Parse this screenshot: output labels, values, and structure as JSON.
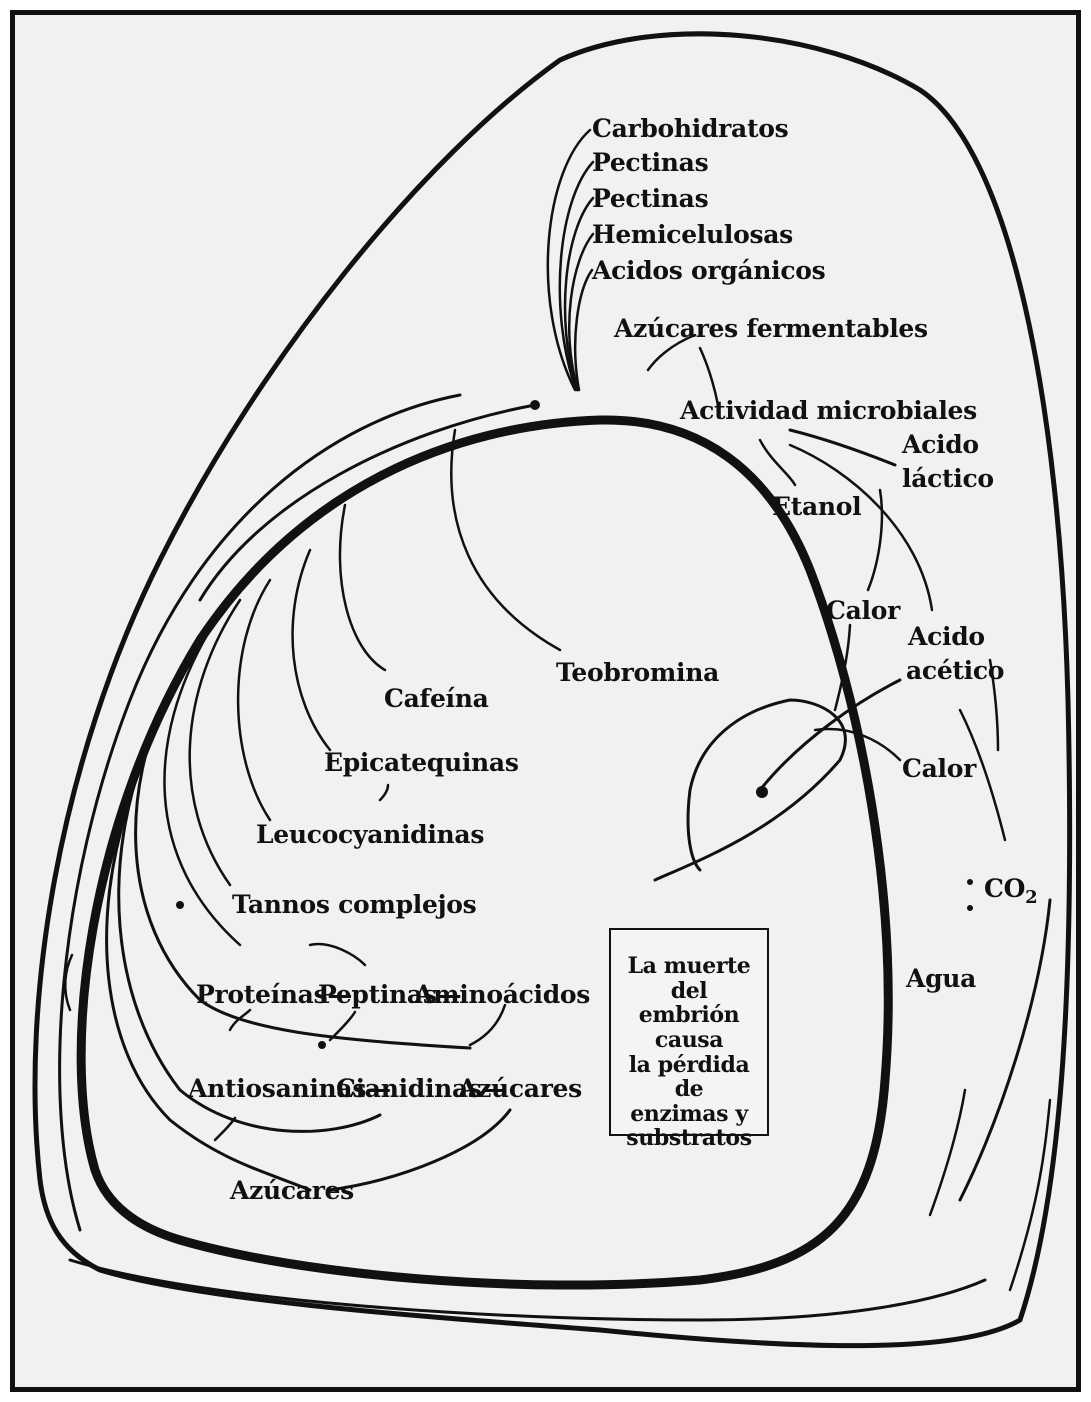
{
  "labels": {
    "carbohidratos": "Carbohidratos",
    "pectinas1": "Pectinas",
    "pectinas2": "Pectinas",
    "hemicelulosas": "Hemicelulosas",
    "acidos_organicos": "Acidos orgánicos",
    "azucares_fermentables": "Azúcares fermentables",
    "actividad_microbiales": "Actividad microbiales",
    "acido_lactico_1": "Acido",
    "acido_lactico_2": "láctico",
    "etanol": "Etanol",
    "calor_top": "Calor",
    "acido_acetico_1": "Acido",
    "acido_acetico_2": "acético",
    "calor_right": "Calor",
    "co2": "CO",
    "co2_sub": "2",
    "agua": "Agua",
    "teobromina": "Teobromina",
    "cafeina": "Cafeína",
    "epicatequinas": "Epicatequinas",
    "leucocyanidinas": "Leucocyanidinas",
    "tannos_complejos": "Tannos complejos",
    "proteinas": "Proteínas",
    "peptinas": "Peptinas",
    "aminoacidos": "Aminoácidos",
    "antiosaninas": "Antiosaninas",
    "cianidinas": "Cianidinas",
    "azucares_row": "Azúcares",
    "azucares_bottom": "Azúcares"
  },
  "note": {
    "line1": "La muerte del",
    "line2": "embrión causa",
    "line3": "la pérdida de",
    "line4": "enzimas y",
    "line5": "substratos"
  }
}
